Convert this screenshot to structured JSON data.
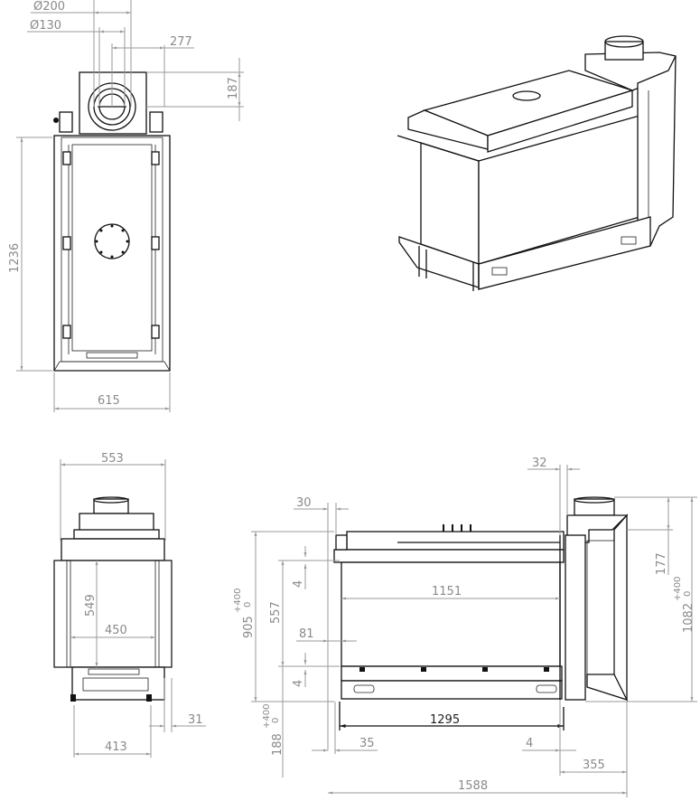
{
  "drawing": {
    "subject": "Fireplace insert technical drawing",
    "units": "mm",
    "views": {
      "top_view": {
        "dimensions": {
          "flue_outer_diameter": "Ø200",
          "flue_inner_diameter": "Ø130",
          "flue_offset": "277",
          "flue_box_depth": "187",
          "overall_depth": "1236",
          "overall_width": "615"
        }
      },
      "isometric_view": {
        "label": ""
      },
      "side_view": {
        "dimensions": {
          "overall_width": "553",
          "glass_height": "549",
          "glass_width": "450",
          "feet_spacing": "413",
          "side_offset": "31"
        }
      },
      "front_view": {
        "dimensions": {
          "top_offset": "30",
          "right_offset": "32",
          "frame_height": "905",
          "frame_height_tol_upper": "+400",
          "frame_height_tol_lower": "0",
          "glass_height": "557",
          "gap_top": "4",
          "gap_bottom": "4",
          "bottom_offset": "81",
          "glass_width": "1151",
          "body_width": "1295",
          "left_offset": "35",
          "right_gap": "4",
          "side_depth": "355",
          "overall_length": "1588",
          "flue_height": "177",
          "overall_height": "1082",
          "overall_height_tol_upper": "+400",
          "overall_height_tol_lower": "0",
          "base_height": "188",
          "base_height_tol_upper": "+400",
          "base_height_tol_lower": "0"
        }
      }
    }
  }
}
